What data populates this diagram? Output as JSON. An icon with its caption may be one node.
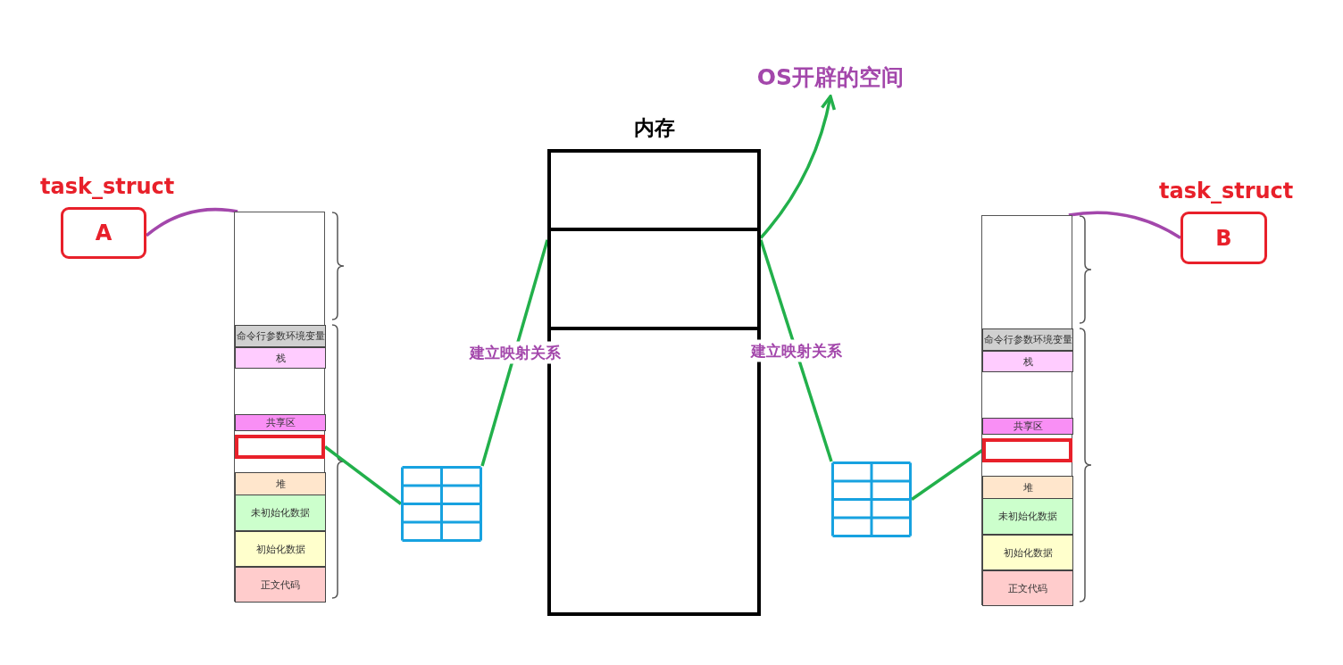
{
  "diagram": {
    "nodes": [
      {
        "text": [
          "task_struct",
          "A"
        ]
      },
      {
        "text": [],
        "shape": "box"
      },
      {
        "text": [
          "命令行参数环境变量"
        ],
        "in": 1
      },
      {
        "text": [
          "栈"
        ],
        "in": 1
      },
      {
        "text": [
          "共享区"
        ],
        "in": 1
      },
      {
        "text": [],
        "shape": "box",
        "in": 1
      },
      {
        "text": [
          "堆"
        ],
        "in": 1
      },
      {
        "text": [
          "未初始化数据"
        ],
        "in": 1
      },
      {
        "text": [
          "初始化数据"
        ],
        "in": 1
      },
      {
        "text": [
          "正文代码"
        ],
        "in": 1
      },
      {
        "text": [],
        "shape": "grid"
      },
      {
        "text": [
          "内存"
        ]
      },
      {
        "text": [],
        "shape": "box",
        "in": 11
      },
      {
        "text": [],
        "shape": "box",
        "in": 11
      },
      {
        "text": [],
        "shape": "box",
        "in": 11
      },
      {
        "text": [
          "OS开辟的空间"
        ]
      },
      {
        "text": [],
        "shape": "grid"
      },
      {
        "text": [
          "task_struct",
          "B"
        ]
      },
      {
        "text": [],
        "shape": "box"
      },
      {
        "text": [
          "命令行参数环境变量"
        ],
        "in": 18
      },
      {
        "text": [
          "栈"
        ],
        "in": 18
      },
      {
        "text": [
          "共享区"
        ],
        "in": 18
      },
      {
        "text": [],
        "shape": "box",
        "in": 18
      },
      {
        "text": [
          "堆"
        ],
        "in": 18
      },
      {
        "text": [
          "未初始化数据"
        ],
        "in": 18
      },
      {
        "text": [
          "初始化数据"
        ],
        "in": 18
      },
      {
        "text": [
          "正文代码"
        ],
        "in": 18
      }
    ],
    "edges": [
      {
        "from": 0,
        "to": 1,
        "arrow": "none",
        "color": "#a347ab"
      },
      {
        "from": 5,
        "to": 10,
        "arrow": "none"
      },
      {
        "from": 10,
        "to": 13,
        "arrow": "none",
        "label": "建立映射关系"
      },
      {
        "from": 13,
        "to": 15,
        "arrow": "to"
      },
      {
        "from": 16,
        "to": 13,
        "arrow": "none",
        "label": "建立映射关系"
      },
      {
        "from": 22,
        "to": 16,
        "arrow": "none"
      },
      {
        "from": 17,
        "to": 18,
        "arrow": "none",
        "color": "#a347ab"
      }
    ]
  }
}
